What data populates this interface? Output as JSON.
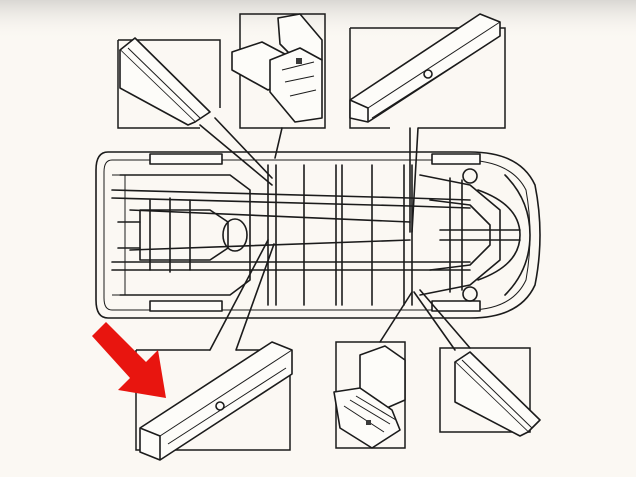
{
  "diagram": {
    "background_color": "#fbf8f3",
    "line_color": "#1b1b1b",
    "arrow_color": "#e8150f",
    "callouts": [
      {
        "id": "top-left",
        "shape": "long-channel"
      },
      {
        "id": "top-center",
        "shape": "bracket"
      },
      {
        "id": "top-right",
        "shape": "long-channel"
      },
      {
        "id": "bottom-left",
        "shape": "long-channel",
        "highlighted": true
      },
      {
        "id": "bottom-center",
        "shape": "bracket"
      },
      {
        "id": "bottom-right",
        "shape": "long-channel"
      }
    ]
  }
}
